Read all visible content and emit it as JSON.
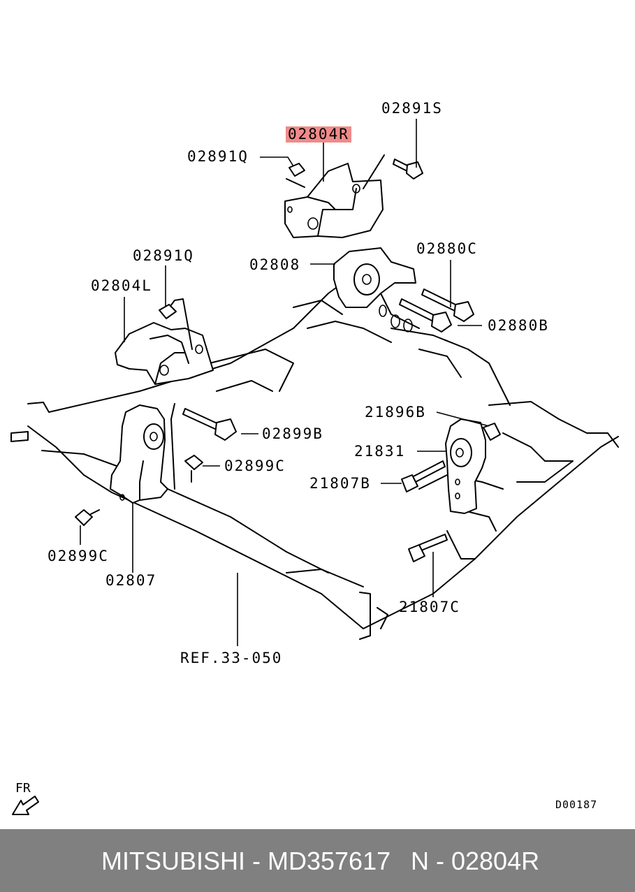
{
  "diagram": {
    "callouts": {
      "c02891S": "02891S",
      "c02804R": "02804R",
      "c02891Q_top": "02891Q",
      "c02808": "02808",
      "c02880C": "02880C",
      "c02891Q_left": "02891Q",
      "c02804L": "02804L",
      "c02880B": "02880B",
      "c21896B": "21896B",
      "c02899B": "02899B",
      "c21831": "21831",
      "c02899C_mid": "02899C",
      "c21807B": "21807B",
      "c02899C_left": "02899C",
      "c02807": "02807",
      "c21807C": "21807C",
      "ref": "REF.33-050"
    },
    "highlight_color": "#f08a8a",
    "direction_label": "FR",
    "diagram_code": "D00187"
  },
  "footer": {
    "brand_part": "MITSUBISHI - MD357617",
    "ref_number": "N - 02804R",
    "background": "#808080"
  }
}
